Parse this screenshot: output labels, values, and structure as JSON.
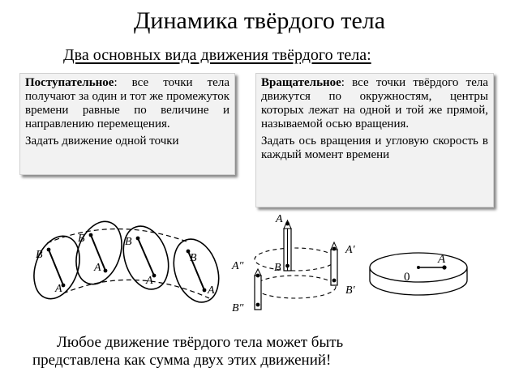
{
  "title": "Динамика твёрдого тела",
  "subtitle": "Два основных вида движения твёрдого тела:",
  "translational": {
    "term": "Поступательное",
    "definition": ": все точки тела получают за один и тот же промежуток времени равные по величине и направлению перемещения.",
    "task": "Задать движение одной точки"
  },
  "rotational": {
    "term": "Вращательное",
    "definition": ": все точки твёрдого тела движутся по окружностям, центры которых лежат на одной и той же прямой, называемой осью вращения.",
    "task": "Задать ось вращения и угловую скорость в каждый момент времени"
  },
  "conclusion": {
    "line1": "Любое движение твёрдого тела может быть",
    "line2": "представлена как сумма двух этих движений!"
  },
  "figure_labels": {
    "A": "A",
    "B": "B",
    "A_prime": "A′",
    "B_prime": "B′",
    "A_dprime": "A″",
    "B_dprime": "B″",
    "zero": "0"
  },
  "colors": {
    "box_background": "#f2f2f2",
    "box_shadow": "#8a8a8a"
  }
}
